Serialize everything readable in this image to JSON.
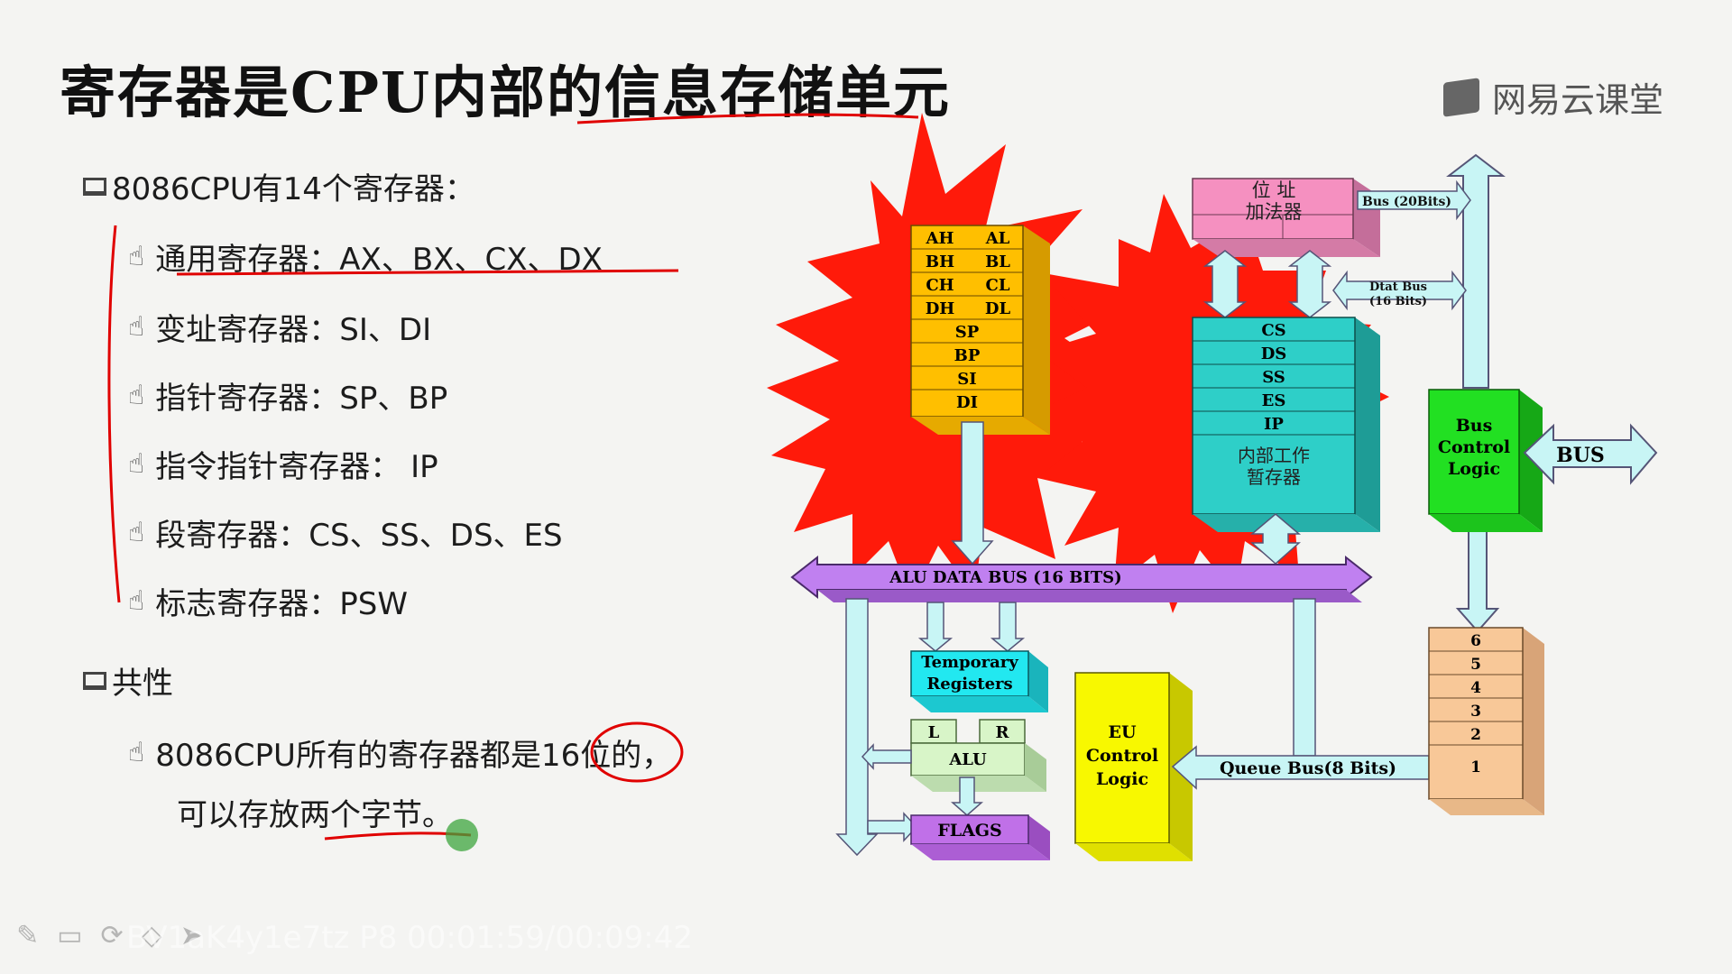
{
  "slide": {
    "title": "寄存器是CPU内部的信息存储单元",
    "brand": "网易云课堂",
    "heading_registers": "8086CPU有14个寄存器：",
    "register_groups": [
      "通用寄存器：AX、BX、CX、DX",
      " 变址寄存器：SI、DI",
      "指针寄存器：SP、BP",
      "指令指针寄存器： IP",
      "段寄存器：CS、SS、DS、ES",
      "标志寄存器：PSW"
    ],
    "heading_common": "共性",
    "common_line1": "8086CPU所有的寄存器都是16位的，",
    "common_line2": "可以存放两个字节。"
  },
  "player": {
    "watermark": "BV1aK4y1e7tz P8 00:01:59/00:09:42"
  },
  "diagram": {
    "general_registers": [
      [
        "AH",
        "AL"
      ],
      [
        "BH",
        "BL"
      ],
      [
        "CH",
        "CL"
      ],
      [
        "DH",
        "DL"
      ]
    ],
    "pointer_registers": [
      "SP",
      "BP",
      "SI",
      "DI"
    ],
    "address_adder": "位 址\n加法器",
    "bus_20": "Bus (20Bits)",
    "data_bus": "Dtat Bus\n(16 Bits)",
    "segment_registers": [
      "CS",
      "DS",
      "SS",
      "ES",
      "IP"
    ],
    "internal_temp": "内部工作\n暂存器",
    "bus_control_logic": "Bus\nControl\nLogic",
    "bus_label": "BUS",
    "alu_data_bus": "ALU DATA BUS (16 BITS)",
    "temporary_registers": "Temporary\nRegisters",
    "alu_l": "L",
    "alu_r": "R",
    "alu": "ALU",
    "flags": "FLAGS",
    "eu_control_logic": "EU\nControl\nLogic",
    "queue_bus": "Queue  Bus(8 Bits)",
    "queue_slots": [
      "6",
      "5",
      "4",
      "3",
      "2",
      "1"
    ]
  },
  "colors": {
    "starburst": "#ff1a0a",
    "general_regs": "#ffbf00",
    "segment_regs": "#2ecfc8",
    "adder": "#f590c0",
    "bus_control": "#22e022",
    "alu_bus": "#c080f0",
    "temp_regs": "#22e8f0",
    "alu": "#d8f5c8",
    "flags": "#c070e8",
    "eu_control": "#f8f800",
    "queue": "#f8c898",
    "arrow": "#c8f5f5",
    "annotation_red": "#e00000"
  },
  "icons": {
    "bullet_square": "computer-square-icon",
    "bullet_hand": "pointing-hand-icon",
    "brand_logo": "book-logo-icon"
  }
}
